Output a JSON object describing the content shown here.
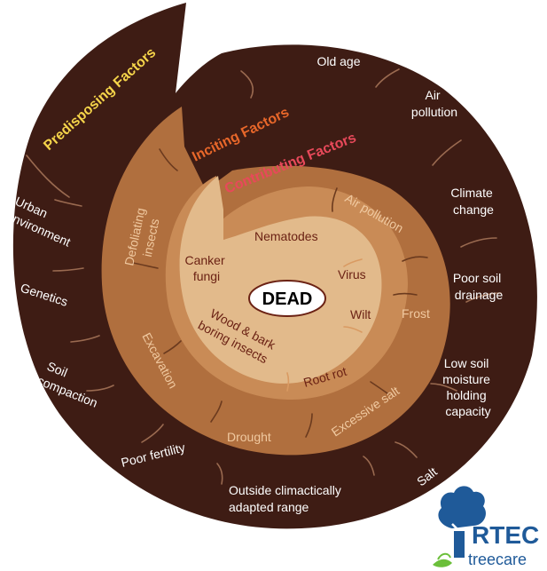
{
  "colors": {
    "outer_band": "#3e1c14",
    "middle_band": "#b06f3e",
    "inner_band": "#c98b56",
    "core": "#e2ba8b",
    "predisposing_title": "#f5d44a",
    "inciting_title": "#e8672a",
    "contributing_title": "#e8495a",
    "dead_badge": "#ffffff",
    "dead_outline": "#6b2214"
  },
  "titles": {
    "predisposing": "Predisposing Factors",
    "inciting": "Inciting Factors",
    "contributing": "Contributing Factors"
  },
  "center": {
    "label": "DEAD"
  },
  "predisposing_factors": [
    {
      "lines": [
        "Old age"
      ]
    },
    {
      "lines": [
        "Air",
        "pollution"
      ]
    },
    {
      "lines": [
        "Climate",
        "change"
      ]
    },
    {
      "lines": [
        "Poor soil",
        "drainage"
      ]
    },
    {
      "lines": [
        "Low soil",
        "moisture",
        "holding",
        "capacity"
      ]
    },
    {
      "lines": [
        "Salt"
      ]
    },
    {
      "lines": [
        "Outside climactically",
        "adapted range"
      ]
    },
    {
      "lines": [
        "Poor fertility"
      ]
    },
    {
      "lines": [
        "Soil",
        "compaction"
      ]
    },
    {
      "lines": [
        "Genetics"
      ]
    },
    {
      "lines": [
        "Urban",
        "environment"
      ]
    }
  ],
  "inciting_factors": [
    {
      "lines": [
        "Defoliating",
        "insects"
      ]
    },
    {
      "lines": [
        "Excavation"
      ]
    },
    {
      "lines": [
        "Drought"
      ]
    },
    {
      "lines": [
        "Excessive salt"
      ]
    },
    {
      "lines": [
        "Frost"
      ]
    },
    {
      "lines": [
        "Air pollution"
      ]
    }
  ],
  "contributing_factors": [
    {
      "lines": [
        "Nematodes"
      ]
    },
    {
      "lines": [
        "Canker",
        "fungi"
      ]
    },
    {
      "lines": [
        "Virus"
      ]
    },
    {
      "lines": [
        "Wilt"
      ]
    },
    {
      "lines": [
        "Root rot"
      ]
    },
    {
      "lines": [
        "Wood & bark",
        "boring insects"
      ]
    }
  ],
  "logo": {
    "brand": "RTEC",
    "tagline": "treecare",
    "icon": "tree-icon"
  }
}
